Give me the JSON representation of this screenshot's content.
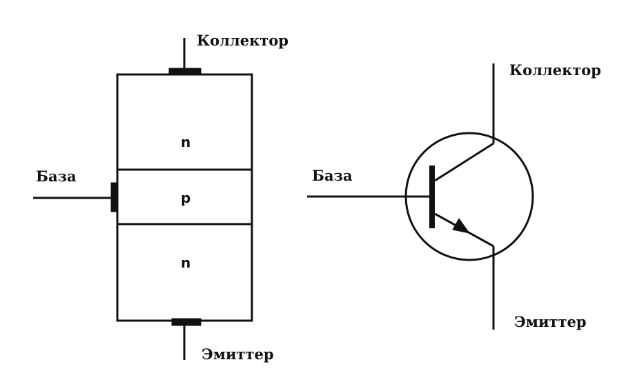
{
  "structure": {
    "collector_label": "Коллектор",
    "base_label": "База",
    "emitter_label": "Эмиттер",
    "regions": [
      "n",
      "p",
      "n"
    ]
  },
  "symbol": {
    "collector_label": "Коллектор",
    "base_label": "База",
    "emitter_label": "Эмиттер"
  }
}
